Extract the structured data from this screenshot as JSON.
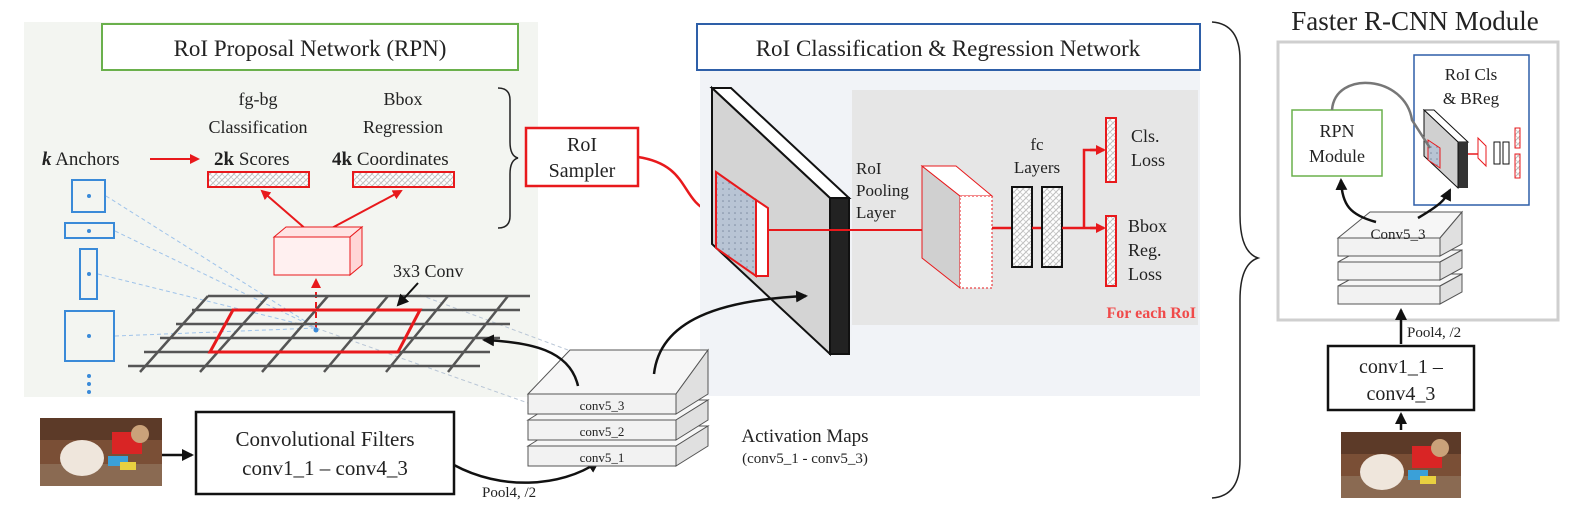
{
  "rpn": {
    "title": "RoI Proposal Network (RPN)",
    "fgbg_line1": "fg-bg",
    "fgbg_line2": "Classification",
    "bbox_line1": "Bbox",
    "bbox_line2": "Regression",
    "anchors_k": "k",
    "anchors_label": " Anchors",
    "scores_k": "2k",
    "scores_label": " Scores",
    "coords_k": "4k",
    "coords_label": " Coordinates",
    "conv3x3": "3x3 Conv"
  },
  "roi_sampler": {
    "line1": "RoI",
    "line2": "Sampler"
  },
  "cls_reg": {
    "title": "RoI Classification & Regression Network",
    "pool_line1": "RoI",
    "pool_line2": "Pooling",
    "pool_line3": "Layer",
    "fc_line1": "fc",
    "fc_line2": "Layers",
    "cls_line1": "Cls.",
    "cls_line2": "Loss",
    "bbox_line1": "Bbox",
    "bbox_line2": "Reg.",
    "bbox_line3": "Loss",
    "for_each": "For each RoI"
  },
  "backbone": {
    "conv_filters_line1": "Convolutional Filters",
    "conv_filters_line2": "conv1_1 – conv4_3",
    "pool": "Pool4, /2",
    "stack": [
      "conv5_3",
      "conv5_2",
      "conv5_1"
    ],
    "activation_title": "Activation Maps",
    "activation_sub": "(conv5_1 - conv5_3)"
  },
  "module": {
    "title": "Faster R-CNN Module",
    "rpn_line1": "RPN",
    "rpn_line2": "Module",
    "roicls_line1": "RoI Cls",
    "roicls_line2": "& BReg",
    "conv5_3": "Conv5_3",
    "pool": "Pool4, /2",
    "conv_line1": "conv1_1 –",
    "conv_line2": "conv4_3"
  },
  "colors": {
    "rpn_border": "#6ab04c",
    "cls_border": "#2e5fa8",
    "red": "#e8191c",
    "anchor_blue": "#3a8ad8",
    "panel_gray": "#ebebeb"
  },
  "icons": {
    "input_image": "dog-with-toy-photo",
    "module_image": "dog-with-toy-photo"
  }
}
